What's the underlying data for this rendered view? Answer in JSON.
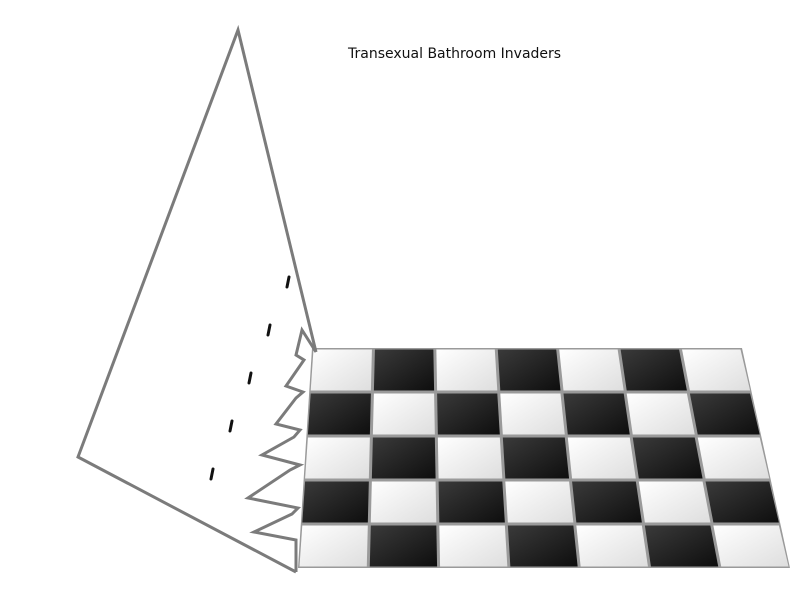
{
  "title": "Transexual Bathroom Invaders",
  "board": {
    "rows": 5,
    "cols": 7,
    "first_tile": "light",
    "colors": {
      "light": "#f4f4f4",
      "dark": "#1c1c1c",
      "grout": "#9a9a9a"
    }
  },
  "ship": {
    "outline_color": "#7b7b7b",
    "dash_color": "#111111",
    "teeth": 6,
    "dash_marks": 5
  }
}
